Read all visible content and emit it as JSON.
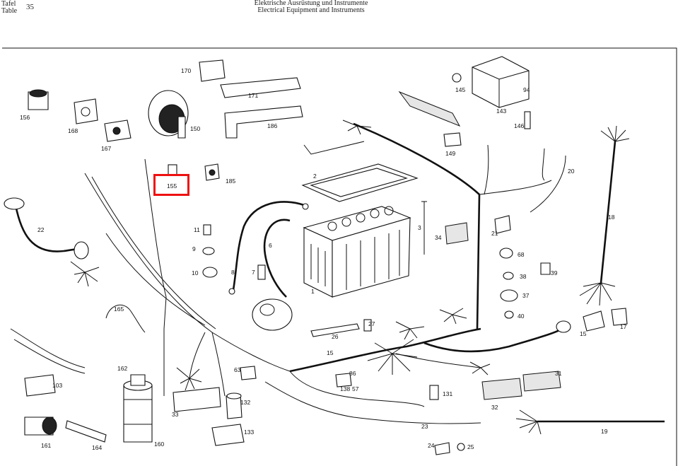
{
  "header": {
    "tafel_label": "Tafel",
    "table_label": "Table",
    "plate_number": "35",
    "title_de": "Elektrische Ausrüstung und Instrumente",
    "title_en": "Electrical Equipment and Instruments"
  },
  "highlight_label": "155",
  "labels": {
    "l170": "170",
    "l171": "171",
    "l145": "145",
    "l94": "94",
    "l143": "143",
    "l146": "146",
    "l156": "156",
    "l168": "168",
    "l167": "167",
    "l150": "150",
    "l186": "186",
    "l149": "149",
    "l2": "2",
    "l20": "20",
    "l18": "18",
    "l185": "185",
    "l22": "22",
    "l11": "11",
    "l9": "9",
    "l10": "10",
    "l8": "8",
    "l7": "7",
    "l6": "6",
    "l3": "3",
    "l34": "34",
    "l21": "21",
    "l68": "68",
    "l38": "38",
    "l39": "39",
    "l37": "37",
    "l40": "40",
    "l1": "1",
    "l165": "165",
    "l27": "27",
    "l26": "26",
    "l15a": "15",
    "l15b": "15",
    "l17": "17",
    "l162": "162",
    "l63": "63",
    "l86": "86",
    "l138": "138",
    "l57": "57",
    "l131": "131",
    "l31": "31",
    "l32": "32",
    "l103": "103",
    "l132": "132",
    "l33": "33",
    "l23": "23",
    "l19": "19",
    "l133": "133",
    "l161": "161",
    "l164": "164",
    "l160": "160",
    "l24": "24",
    "l25": "25"
  }
}
